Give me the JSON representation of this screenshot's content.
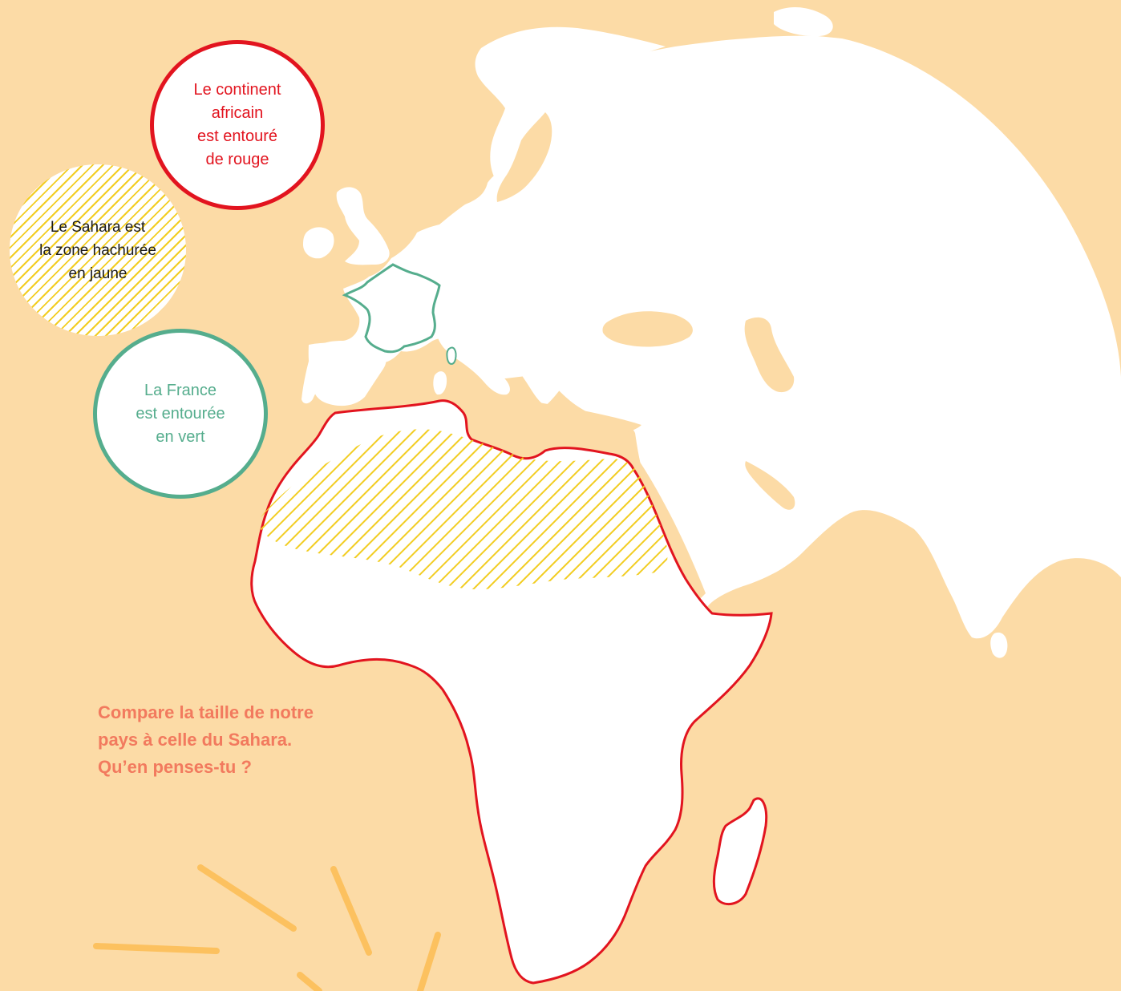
{
  "callouts": {
    "africa": "Le continent\nafricain\nest entouré\nde rouge",
    "sahara": "Le Sahara est\nla zone hachurée\nen jaune",
    "france": "La France\nest entourée\nen vert"
  },
  "question": "Compare la taille de notre\npays à celle du Sahara.\nQu’en penses-tu ?",
  "colors": {
    "ocean": "#fcdba6",
    "land": "#ffffff",
    "africa_outline": "#e2141f",
    "sahara_hatch": "#f2cd22",
    "france_outline": "#55ad8d",
    "question_text": "#f27a5e",
    "rays": "#fcc15f"
  },
  "legend": {
    "africa": "red-outline",
    "sahara": "yellow-hatch",
    "france": "green-outline"
  }
}
